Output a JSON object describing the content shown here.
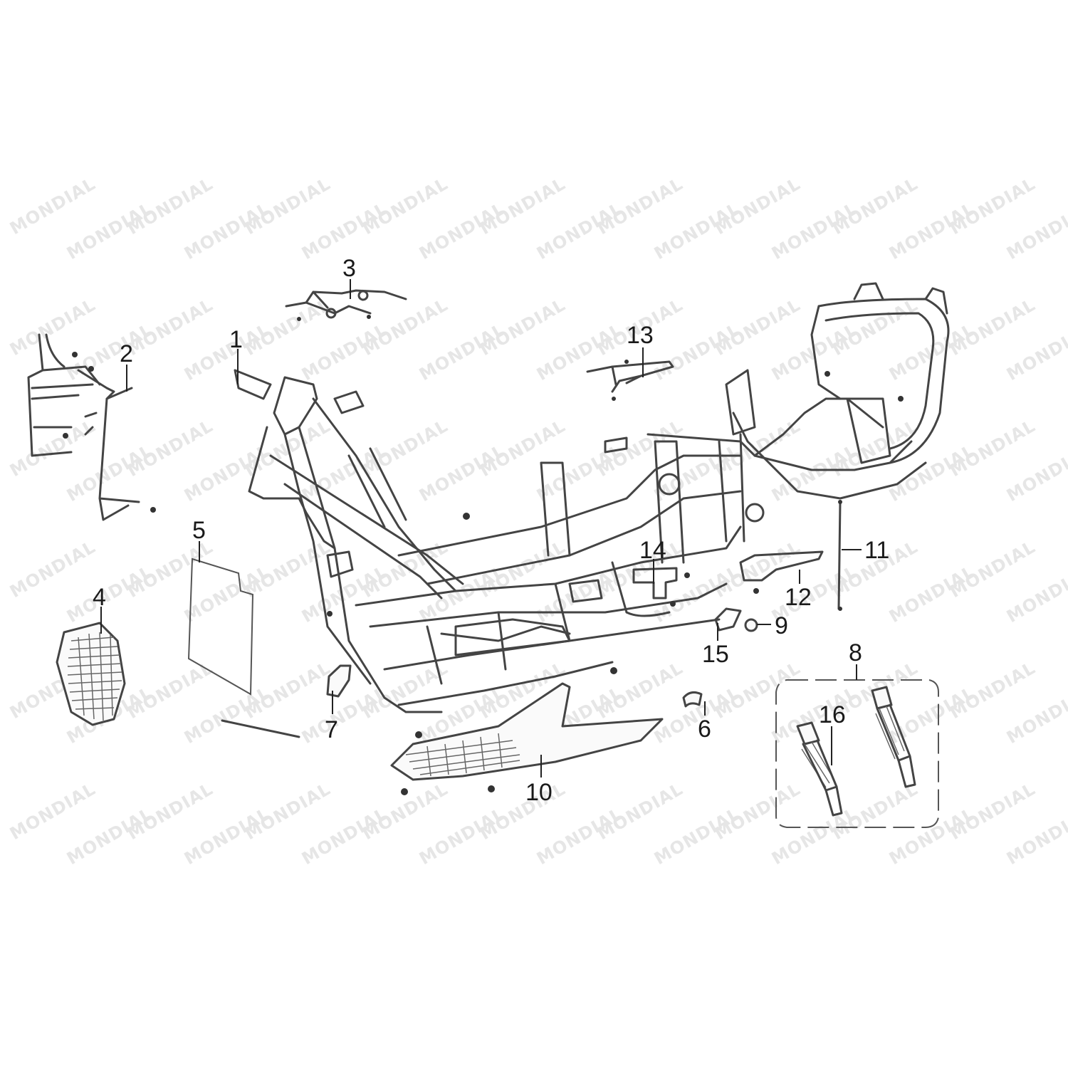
{
  "watermark": {
    "text": "MONDIAL"
  },
  "callouts": [
    {
      "id": "1",
      "label": "1"
    },
    {
      "id": "2",
      "label": "2"
    },
    {
      "id": "3",
      "label": "3"
    },
    {
      "id": "4",
      "label": "4"
    },
    {
      "id": "5",
      "label": "5"
    },
    {
      "id": "6",
      "label": "6"
    },
    {
      "id": "7",
      "label": "7"
    },
    {
      "id": "8",
      "label": "8"
    },
    {
      "id": "9",
      "label": "9"
    },
    {
      "id": "10",
      "label": "10"
    },
    {
      "id": "11",
      "label": "11"
    },
    {
      "id": "12",
      "label": "12"
    },
    {
      "id": "13",
      "label": "13"
    },
    {
      "id": "14",
      "label": "14"
    },
    {
      "id": "15",
      "label": "15"
    },
    {
      "id": "16",
      "label": "16"
    }
  ]
}
